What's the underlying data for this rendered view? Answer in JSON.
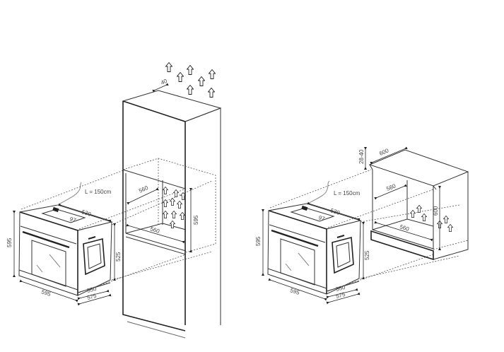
{
  "left_installation": {
    "top_vent_gap": "40",
    "niche_depth": "560",
    "niche_height": "595",
    "niche_width": "560",
    "cable_length": "L = 150cm",
    "oven_depth_top": "530",
    "oven_door_offset": "97",
    "oven_height": "595",
    "oven_side_height": "525",
    "oven_width": "595",
    "oven_body_depth": "550",
    "oven_total_depth": "575"
  },
  "right_installation": {
    "top_gap": "28-40",
    "cabinet_width": "600",
    "niche_depth": "560",
    "niche_height": "600",
    "niche_width": "560",
    "cable_length": "L = 150cm",
    "oven_depth_top": "530",
    "oven_door_offset": "97",
    "oven_height": "595",
    "oven_side_height": "525",
    "oven_width": "595",
    "oven_body_depth": "550",
    "oven_total_depth": "575"
  }
}
